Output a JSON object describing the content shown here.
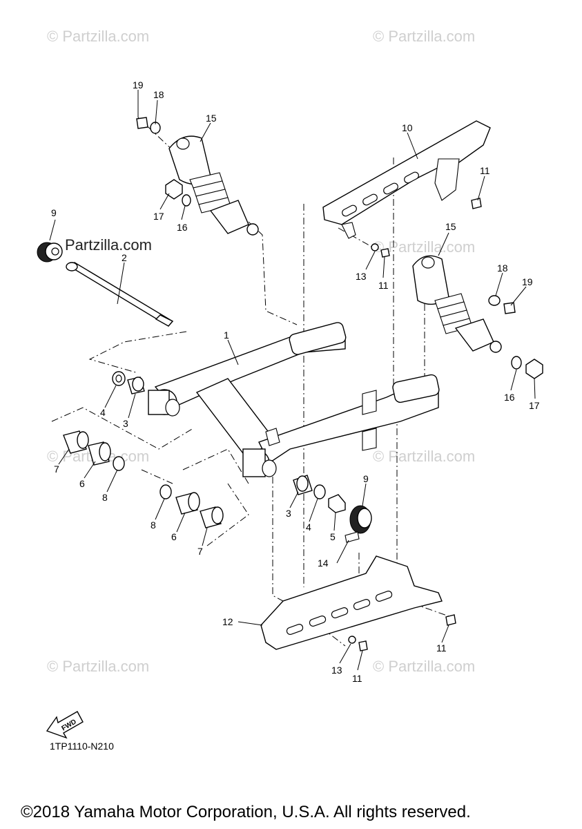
{
  "watermark_text": "© Partzilla.com",
  "watermark_text_alt": "Partzilla.com",
  "diagram_code": "1TP1110-N210",
  "copyright": "©2018 Yamaha Motor Corporation, U.S.A. All rights reserved.",
  "fwd_label": "FWD",
  "callouts": {
    "c19a": "19",
    "c18a": "18",
    "c15a": "15",
    "c17a": "17",
    "c16a": "16",
    "c9a": "9",
    "c2": "2",
    "c10": "10",
    "c11a": "11",
    "c13a": "13",
    "c11b": "11",
    "c15b": "15",
    "c18b": "18",
    "c19b": "19",
    "c1": "1",
    "c16b": "16",
    "c17b": "17",
    "c4a": "4",
    "c3a": "3",
    "c7a": "7",
    "c6a": "6",
    "c8a": "8",
    "c8b": "8",
    "c6b": "6",
    "c7b": "7",
    "c3b": "3",
    "c4b": "4",
    "c5": "5",
    "c9b": "9",
    "c14": "14",
    "c12": "12",
    "c11c": "11",
    "c13b": "13",
    "c11d": "11"
  }
}
